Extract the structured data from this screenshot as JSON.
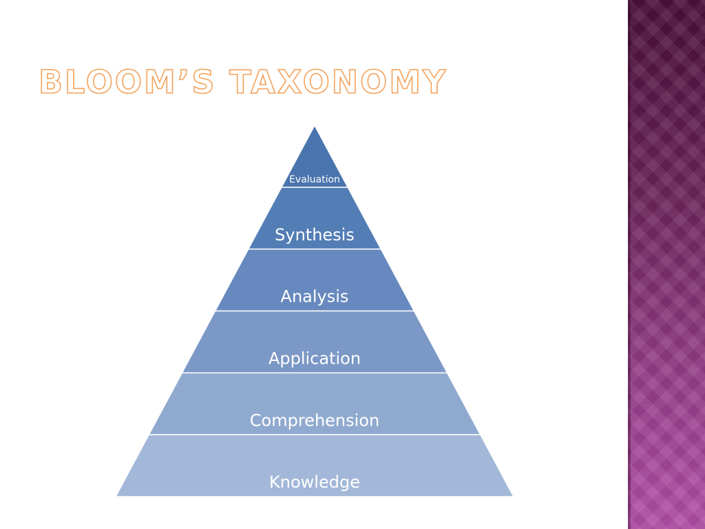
{
  "slide": {
    "title": "BLOOM’S TAXONOMY"
  },
  "pyramid": {
    "levels": [
      {
        "label": "Evaluation",
        "color": "#4a74ad"
      },
      {
        "label": "Synthesis",
        "color": "#537db5"
      },
      {
        "label": "Analysis",
        "color": "#6789bf"
      },
      {
        "label": "Application",
        "color": "#7b98c6"
      },
      {
        "label": "Comprehension",
        "color": "#90aacf"
      },
      {
        "label": "Knowledge",
        "color": "#a3b8d8"
      }
    ]
  },
  "colors": {
    "title_outline": "#f3a35c",
    "side_band_top": "#4b0f3c",
    "side_band_bottom": "#b24fa8"
  }
}
